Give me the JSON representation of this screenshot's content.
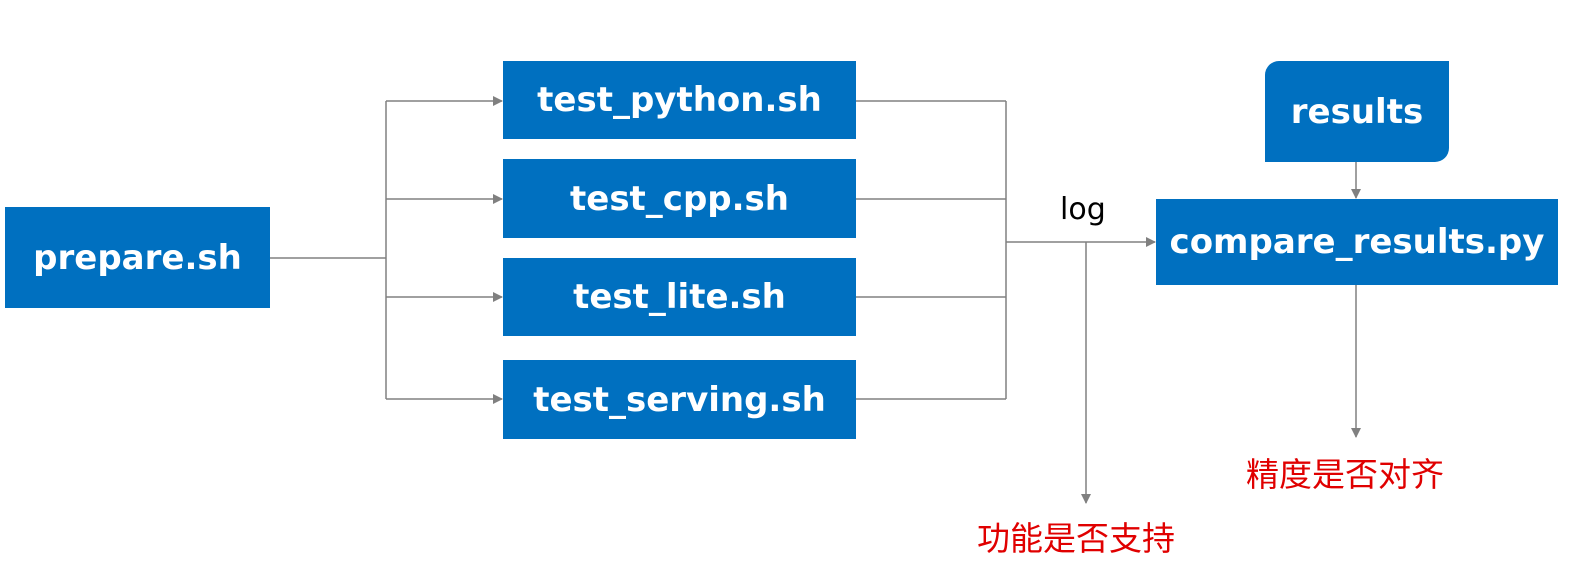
{
  "nodes": {
    "prepare": "prepare.sh",
    "test_python": "test_python.sh",
    "test_cpp": "test_cpp.sh",
    "test_lite": "test_lite.sh",
    "test_serving": "test_serving.sh",
    "results": "results",
    "compare": "compare_results.py"
  },
  "edge_labels": {
    "log": "log"
  },
  "outcomes": {
    "function_support": "功能是否支持",
    "accuracy_alignment": "精度是否对齐"
  },
  "colors": {
    "node_fill": "#0070c0",
    "node_text": "#ffffff",
    "connector": "#808080",
    "outcome_text": "#e00000"
  }
}
